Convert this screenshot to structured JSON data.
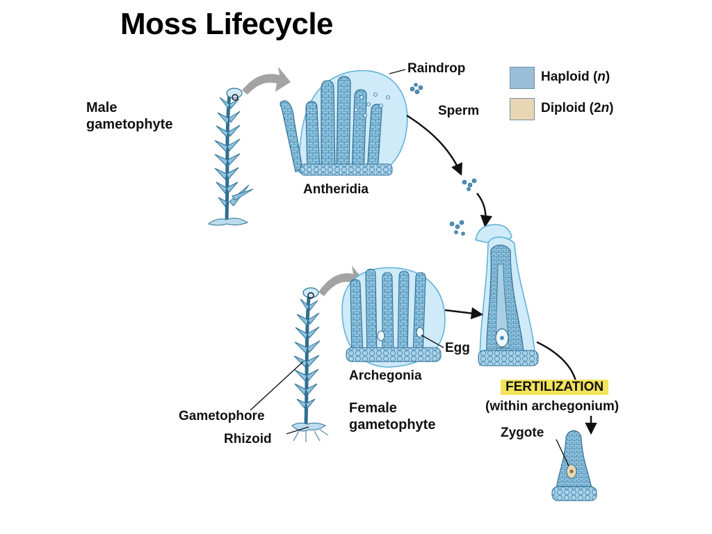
{
  "title": "Moss Lifecycle",
  "colors": {
    "haploid": "#9bbfd6",
    "diploid": "#e9d6b4",
    "plant_fill": "#8ec3e0",
    "plant_stroke": "#2f6f92",
    "drop_fill": "#cfeaf8",
    "drop_stroke": "#5aaed6",
    "arrow_gray": "#a3a3a3",
    "highlight": "#f2e35c"
  },
  "legend": {
    "haploid_label": "Haploid (",
    "haploid_n": "n",
    "haploid_close": ")",
    "diploid_label": "Diploid (2",
    "diploid_n": "n",
    "diploid_close": ")"
  },
  "labels": {
    "male_line1": "Male",
    "male_line2": "gametophyte",
    "raindrop": "Raindrop",
    "sperm": "Sperm",
    "antheridia": "Antheridia",
    "archegonia": "Archegonia",
    "egg": "Egg",
    "female_line1": "Female",
    "female_line2": "gametophyte",
    "gametophore": "Gametophore",
    "rhizoid": "Rhizoid",
    "fertilization": "FERTILIZATION",
    "within": "(within archegonium)",
    "zygote": "Zygote"
  }
}
